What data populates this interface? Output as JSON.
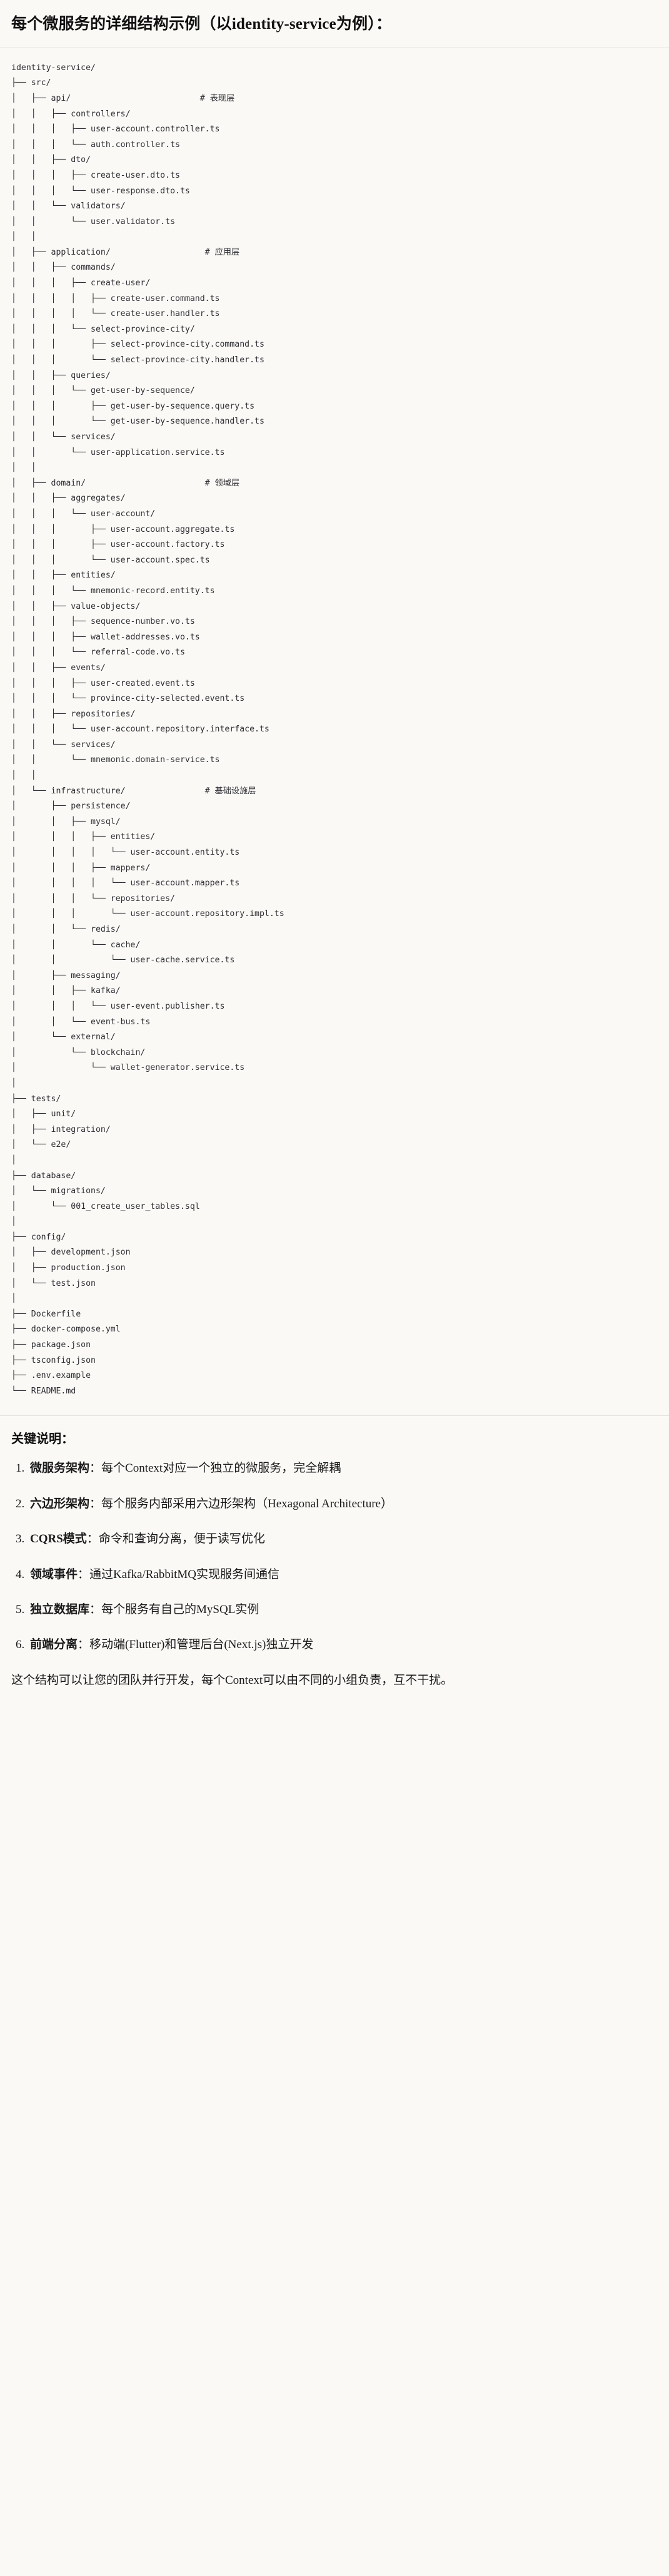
{
  "header": {
    "title_prefix": "每个微服务的详细结构示例（以",
    "title_mono": "identity-service",
    "title_suffix": "为例）：",
    "title_full": "每个微服务的详细结构示例（以identity-service为例）："
  },
  "tree": {
    "root_label": "identity-service/",
    "comments": {
      "api": "# 表现层",
      "application": "# 应用层",
      "domain": "# 领域层",
      "infrastructure": "# 基础设施层"
    },
    "lines": [
      "identity-service/",
      "├── src/",
      "│   ├── api/                          # 表现层",
      "│   │   ├── controllers/",
      "│   │   │   ├── user-account.controller.ts",
      "│   │   │   └── auth.controller.ts",
      "│   │   ├── dto/",
      "│   │   │   ├── create-user.dto.ts",
      "│   │   │   └── user-response.dto.ts",
      "│   │   └── validators/",
      "│   │       └── user.validator.ts",
      "│   │",
      "│   ├── application/                   # 应用层",
      "│   │   ├── commands/",
      "│   │   │   ├── create-user/",
      "│   │   │   │   ├── create-user.command.ts",
      "│   │   │   │   └── create-user.handler.ts",
      "│   │   │   └── select-province-city/",
      "│   │   │       ├── select-province-city.command.ts",
      "│   │   │       └── select-province-city.handler.ts",
      "│   │   ├── queries/",
      "│   │   │   └── get-user-by-sequence/",
      "│   │   │       ├── get-user-by-sequence.query.ts",
      "│   │   │       └── get-user-by-sequence.handler.ts",
      "│   │   └── services/",
      "│   │       └── user-application.service.ts",
      "│   │",
      "│   ├── domain/                        # 领域层",
      "│   │   ├── aggregates/",
      "│   │   │   └── user-account/",
      "│   │   │       ├── user-account.aggregate.ts",
      "│   │   │       ├── user-account.factory.ts",
      "│   │   │       └── user-account.spec.ts",
      "│   │   ├── entities/",
      "│   │   │   └── mnemonic-record.entity.ts",
      "│   │   ├── value-objects/",
      "│   │   │   ├── sequence-number.vo.ts",
      "│   │   │   ├── wallet-addresses.vo.ts",
      "│   │   │   └── referral-code.vo.ts",
      "│   │   ├── events/",
      "│   │   │   ├── user-created.event.ts",
      "│   │   │   └── province-city-selected.event.ts",
      "│   │   ├── repositories/",
      "│   │   │   └── user-account.repository.interface.ts",
      "│   │   └── services/",
      "│   │       └── mnemonic.domain-service.ts",
      "│   │",
      "│   └── infrastructure/                # 基础设施层",
      "│       ├── persistence/",
      "│       │   ├── mysql/",
      "│       │   │   ├── entities/",
      "│       │   │   │   └── user-account.entity.ts",
      "│       │   │   ├── mappers/",
      "│       │   │   │   └── user-account.mapper.ts",
      "│       │   │   └── repositories/",
      "│       │   │       └── user-account.repository.impl.ts",
      "│       │   └── redis/",
      "│       │       └── cache/",
      "│       │           └── user-cache.service.ts",
      "│       ├── messaging/",
      "│       │   ├── kafka/",
      "│       │   │   └── user-event.publisher.ts",
      "│       │   └── event-bus.ts",
      "│       └── external/",
      "│           └── blockchain/",
      "│               └── wallet-generator.service.ts",
      "│",
      "├── tests/",
      "│   ├── unit/",
      "│   ├── integration/",
      "│   └── e2e/",
      "│",
      "├── database/",
      "│   └── migrations/",
      "│       └── 001_create_user_tables.sql",
      "│",
      "├── config/",
      "│   ├── development.json",
      "│   ├── production.json",
      "│   └── test.json",
      "│",
      "├── Dockerfile",
      "├── docker-compose.yml",
      "├── package.json",
      "├── tsconfig.json",
      "├── .env.example",
      "└── README.md"
    ]
  },
  "notes": {
    "heading": "关键说明：",
    "items": [
      {
        "term": "微服务架构",
        "sep": "：",
        "text": "每个Context对应一个独立的微服务，完全解耦"
      },
      {
        "term": "六边形架构",
        "sep": "：",
        "text": "每个服务内部采用六边形架构（Hexagonal Architecture）"
      },
      {
        "term": "CQRS模式",
        "sep": "：",
        "text": "命令和查询分离，便于读写优化"
      },
      {
        "term": "领域事件",
        "sep": "：",
        "text": "通过Kafka/RabbitMQ实现服务间通信"
      },
      {
        "term": "独立数据库",
        "sep": "：",
        "text": "每个服务有自己的MySQL实例"
      },
      {
        "term": "前端分离",
        "sep": "：",
        "text": "移动端(Flutter)和管理后台(Next.js)独立开发"
      }
    ],
    "closing": "这个结构可以让您的团队并行开发，每个Context可以由不同的小组负责，互不干扰。"
  },
  "colors": {
    "background": "#faf9f6",
    "text": "#1a1a1a",
    "tree_text": "#2e2e33",
    "divider": "#e3e1dc"
  }
}
